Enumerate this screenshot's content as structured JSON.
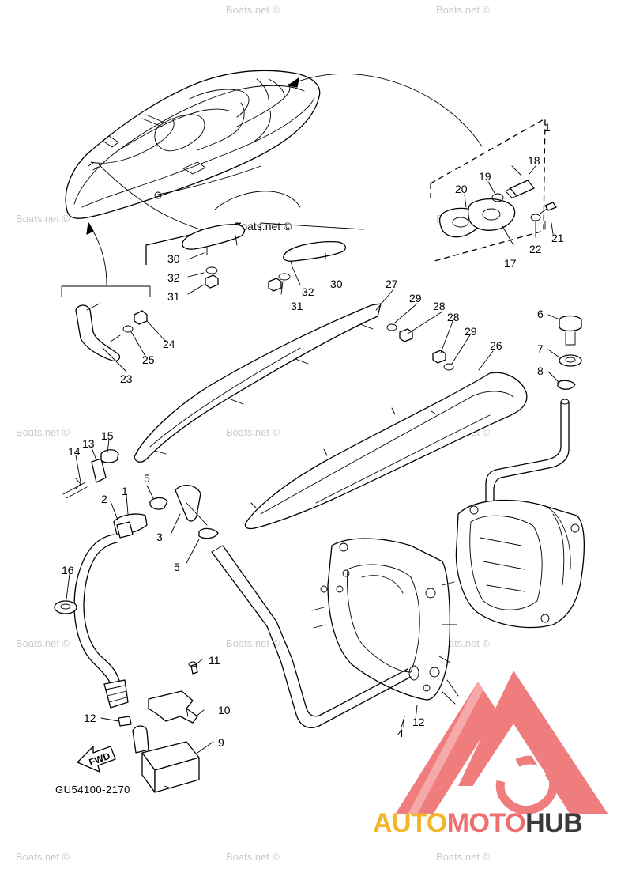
{
  "diagram": {
    "part_code": "GU54100-2170",
    "direction_label": "FWD",
    "callouts": [
      {
        "id": "c1",
        "label": "1"
      },
      {
        "id": "c18",
        "label": "18"
      },
      {
        "id": "c19",
        "label": "19"
      },
      {
        "id": "c20",
        "label": "20"
      },
      {
        "id": "c21",
        "label": "21"
      },
      {
        "id": "c22",
        "label": "22"
      },
      {
        "id": "c17",
        "label": "17"
      },
      {
        "id": "c30a",
        "label": "30"
      },
      {
        "id": "c32a",
        "label": "32"
      },
      {
        "id": "c31a",
        "label": "31"
      },
      {
        "id": "c30b",
        "label": "30"
      },
      {
        "id": "c32b",
        "label": "32"
      },
      {
        "id": "c31b",
        "label": "31"
      },
      {
        "id": "c24",
        "label": "24"
      },
      {
        "id": "c25",
        "label": "25"
      },
      {
        "id": "c23",
        "label": "23"
      },
      {
        "id": "c27",
        "label": "27"
      },
      {
        "id": "c29a",
        "label": "29"
      },
      {
        "id": "c28a",
        "label": "28"
      },
      {
        "id": "c28b",
        "label": "28"
      },
      {
        "id": "c29b",
        "label": "29"
      },
      {
        "id": "c26",
        "label": "26"
      },
      {
        "id": "c6",
        "label": "6"
      },
      {
        "id": "c7",
        "label": "7"
      },
      {
        "id": "c8",
        "label": "8"
      },
      {
        "id": "c14",
        "label": "14"
      },
      {
        "id": "c13",
        "label": "13"
      },
      {
        "id": "c15",
        "label": "15"
      },
      {
        "id": "c5a",
        "label": "5"
      },
      {
        "id": "c2",
        "label": "2"
      },
      {
        "id": "c1b",
        "label": "1"
      },
      {
        "id": "c3",
        "label": "3"
      },
      {
        "id": "c5b",
        "label": "5"
      },
      {
        "id": "c16",
        "label": "16"
      },
      {
        "id": "c11",
        "label": "11"
      },
      {
        "id": "c10",
        "label": "10"
      },
      {
        "id": "c12a",
        "label": "12"
      },
      {
        "id": "c9",
        "label": "9"
      },
      {
        "id": "c4",
        "label": "4"
      },
      {
        "id": "c12b",
        "label": "12"
      }
    ]
  },
  "watermarks": {
    "site": "Boats.net",
    "site_symbol": "©",
    "site_full": "Boats.net ©",
    "site_inline": "Boats.net ©"
  },
  "brand": {
    "part1": "AUTO",
    "part2": "MOTO",
    "part3": "HUB",
    "colors": {
      "auto": "#f3b52a",
      "moto": "#ee6f6f",
      "hub": "#3a3a3a",
      "triangle": "#ee6f6f"
    }
  }
}
